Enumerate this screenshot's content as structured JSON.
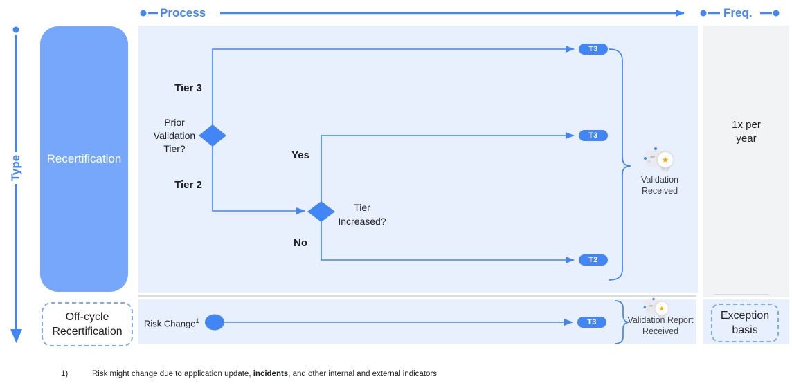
{
  "colors": {
    "accent": "#4285f4",
    "light_blue": "#e8f0fe",
    "recert_fill": "#76a7fa",
    "gray_column": "#f1f3f4",
    "divider": "#dadce0",
    "text_dark": "#202124",
    "text_medium": "#3c4043",
    "dashed_border": "#7baaf7",
    "gold": "#f9ab00"
  },
  "axes": {
    "process_label": "Process",
    "freq_label": "Freq.",
    "type_label": "Type"
  },
  "type_lanes": {
    "recertification_label": "Recertification",
    "offcycle_line1": "Off-cycle",
    "offcycle_line2": "Recertification"
  },
  "flow": {
    "tier3_label": "Tier 3",
    "tier2_label": "Tier 2",
    "decision1_line1": "Prior",
    "decision1_line2": "Validation",
    "decision1_line3": "Tier?",
    "yes_label": "Yes",
    "no_label": "No",
    "decision2_line1": "Tier",
    "decision2_line2": "Increased?",
    "pill_top": "T3",
    "pill_yes": "T3",
    "pill_no": "T2",
    "outcome_line1": "Validation",
    "outcome_line2": "Received"
  },
  "offcycle_flow": {
    "risk_change_label": "Risk Change",
    "footnote_ref": "1",
    "pill": "T3",
    "outcome_line1": "Validation Report",
    "outcome_line2": "Received"
  },
  "frequency": {
    "annual_line1": "1x per",
    "annual_line2": "year",
    "exception_line1": "Exception",
    "exception_line2": "basis"
  },
  "footnote": {
    "marker": "1)",
    "text_pre": "Risk might change due to application update, ",
    "text_bold": "incidents",
    "text_post": ", and other internal and external indicators"
  }
}
